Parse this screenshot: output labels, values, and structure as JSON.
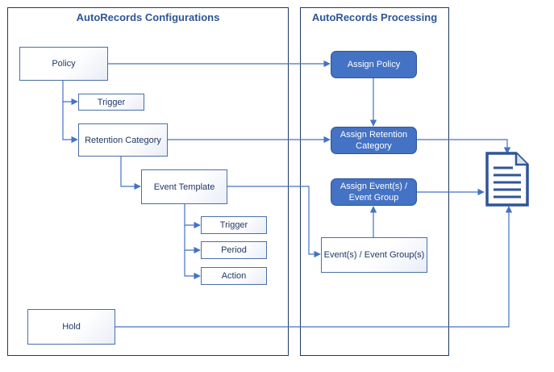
{
  "panels": {
    "configurations": {
      "title": "AutoRecords Configurations"
    },
    "processing": {
      "title": "AutoRecords Processing"
    }
  },
  "config_nodes": {
    "policy": "Policy",
    "policy_trigger": "Trigger",
    "retention_category": "Retention Category",
    "event_template": "Event Template",
    "template_trigger": "Trigger",
    "template_period": "Period",
    "template_action": "Action",
    "hold": "Hold"
  },
  "processing_nodes": {
    "assign_policy": "Assign Policy",
    "assign_retention_category": [
      "Assign Retention",
      "Category"
    ],
    "assign_events": [
      "Assign Event(s) /",
      "Event Group"
    ],
    "events": "Event(s) / Event Group(s)"
  },
  "colors": {
    "panel_border": "#1f3864",
    "title_text": "#2e5597",
    "box_border": "#4a6fa5",
    "pill_fill": "#4472c4",
    "connector": "#4472c4",
    "document_icon": "#2f5597"
  },
  "icons": {
    "document": "document-icon"
  }
}
